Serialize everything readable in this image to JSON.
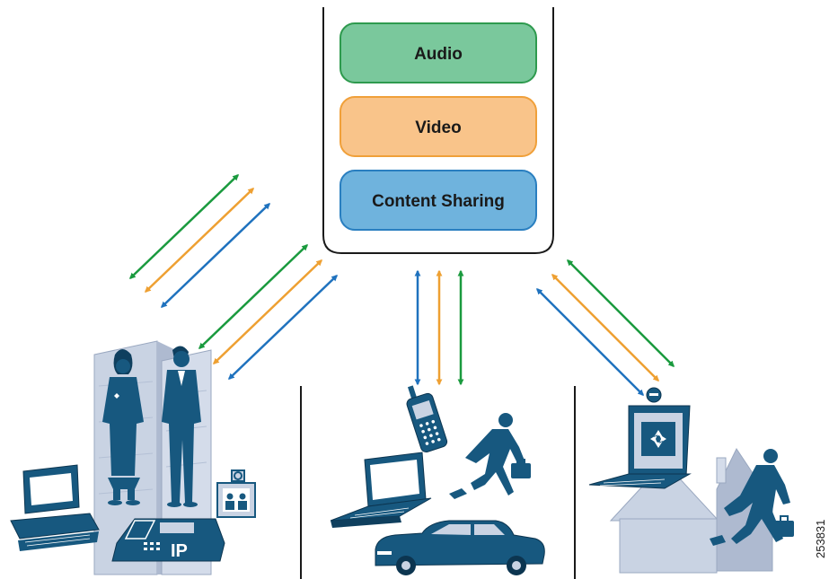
{
  "services": [
    {
      "label": "Audio",
      "fill": "#7ac89c",
      "stroke": "#2e9a4e"
    },
    {
      "label": "Video",
      "fill": "#f9c48a",
      "stroke": "#f0a03a"
    },
    {
      "label": "Content Sharing",
      "fill": "#6fb3dd",
      "stroke": "#2a7fc0"
    }
  ],
  "arrow_colors": {
    "green": "#1a9a3e",
    "orange": "#eea032",
    "blue": "#1f72be"
  },
  "office": {
    "phone_label": "IP"
  },
  "figure_id": "253831",
  "colors": {
    "figure": "#17587f",
    "building": "#c9d3e3",
    "outline": "#1a1a1a"
  }
}
